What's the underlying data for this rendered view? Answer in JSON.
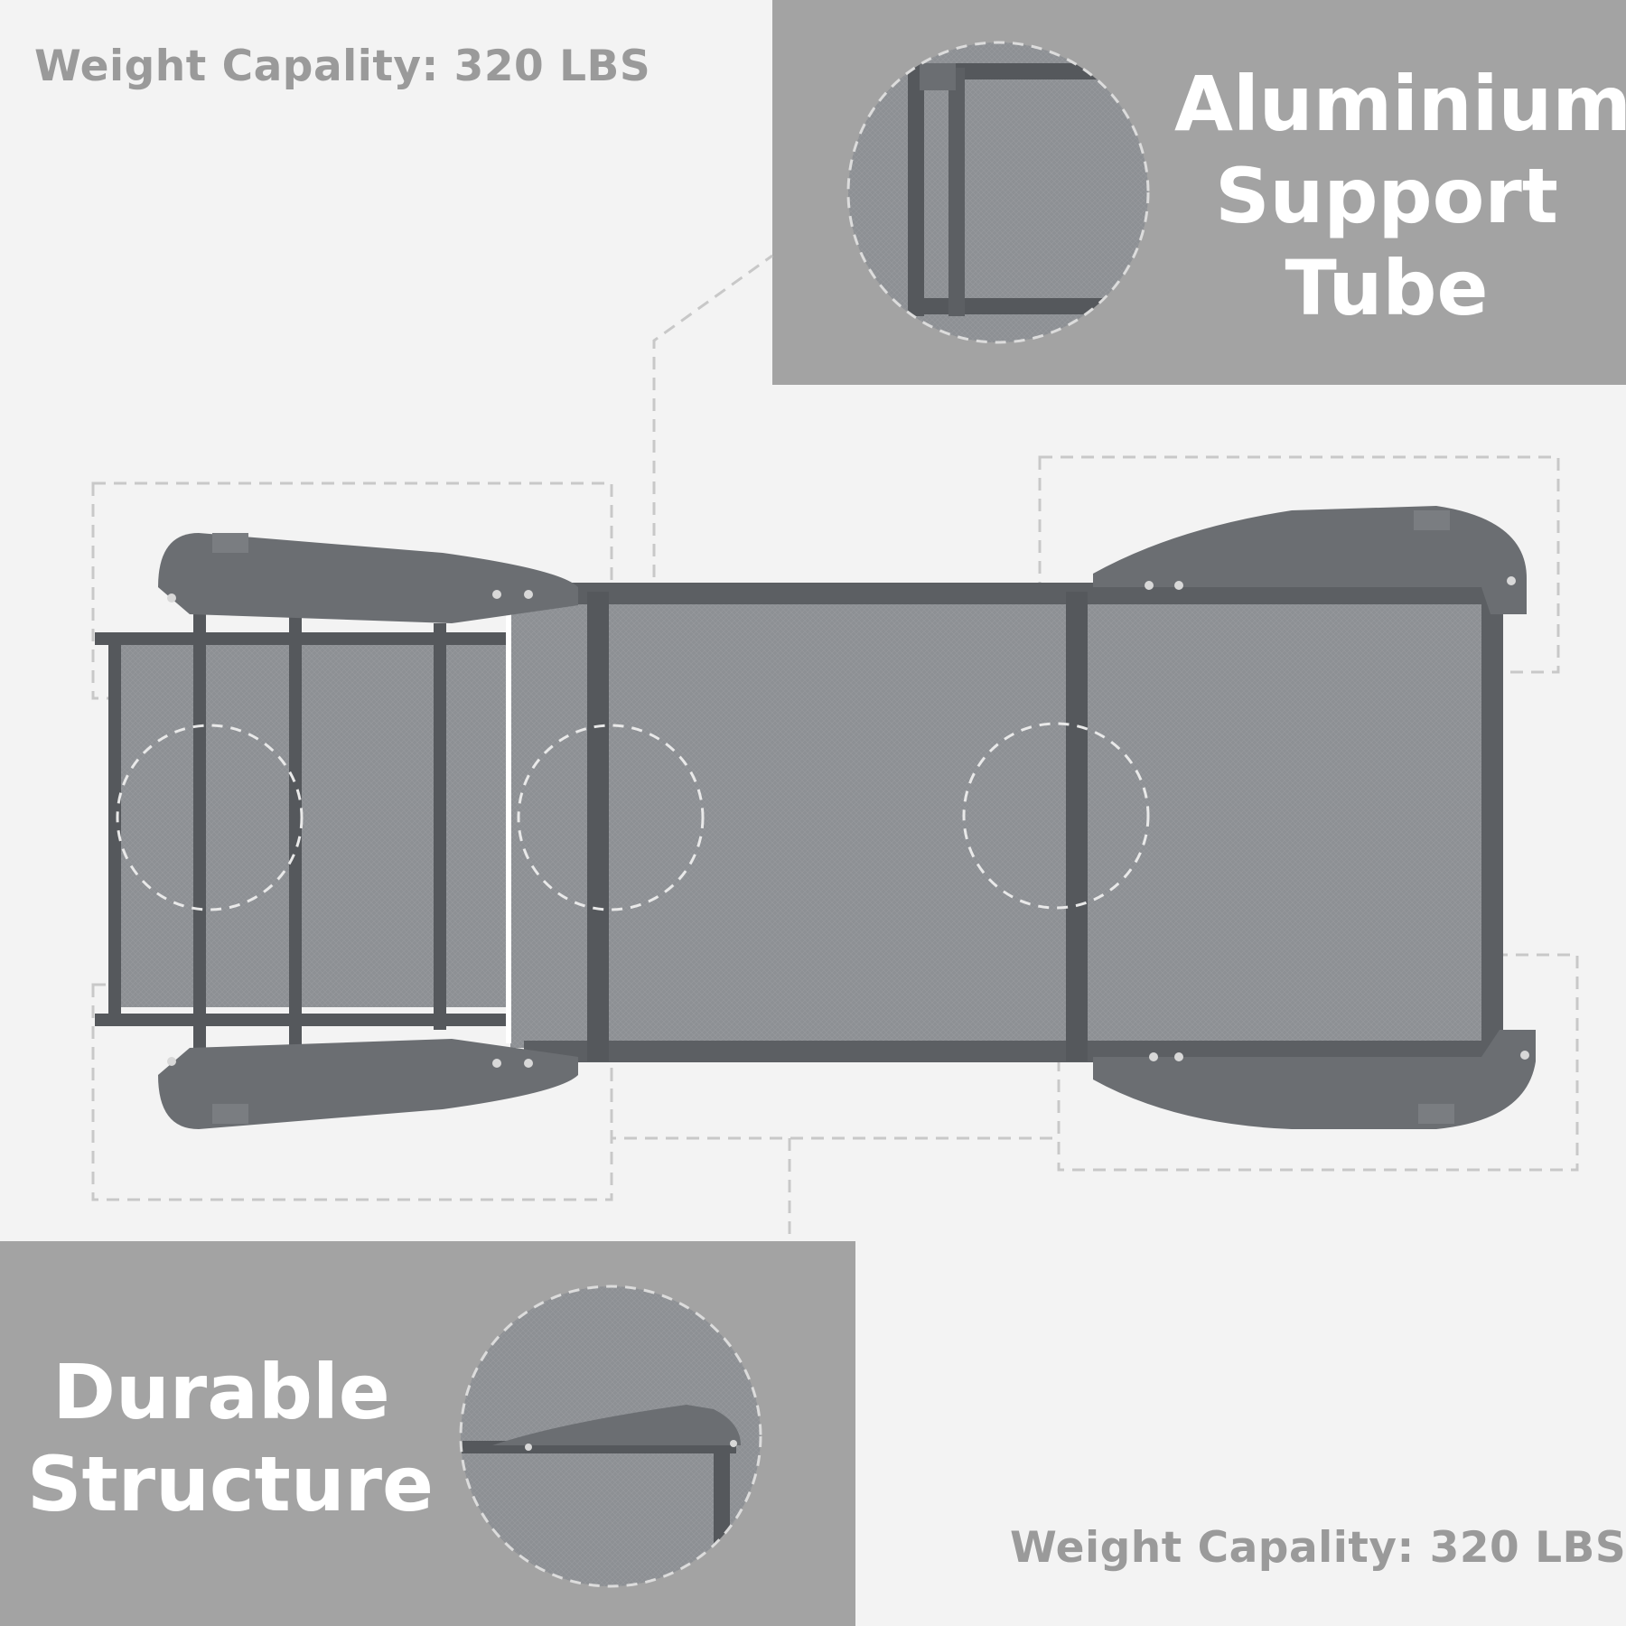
{
  "weight_capacity_top": "Weight Capality: 320 LBS",
  "weight_capacity_bottom": "Weight Capality: 320 LBS",
  "feature_top": {
    "line1": "Aluminium",
    "line2": "Support",
    "line3": "Tube"
  },
  "feature_bottom": {
    "line1": "Durable",
    "line2": "Structure"
  },
  "colors": {
    "background": "#f3f3f3",
    "panel": "#a3a3a3",
    "frame": "#5c5f63",
    "mesh": "#8d9094",
    "headline_text": "#ffffff",
    "caption_text": "#9a9a9a",
    "dashed_guides": "#c8c8c8"
  }
}
